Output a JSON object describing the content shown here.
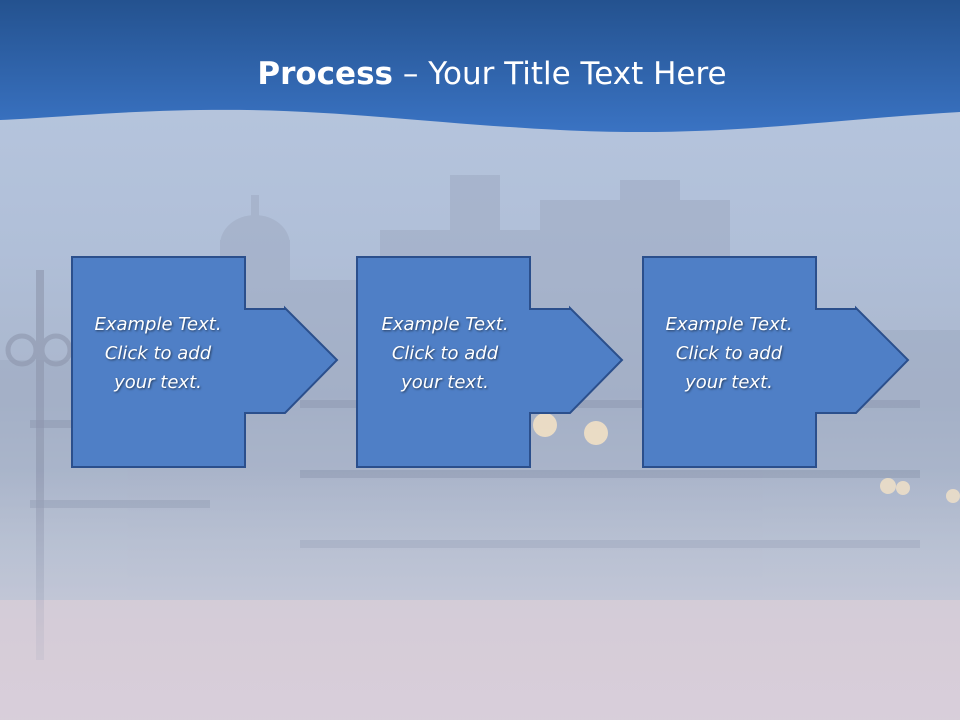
{
  "slide": {
    "title_bold": "Process",
    "title_rest": " – Your Title Text Here"
  },
  "steps": [
    {
      "line1": "Example Text.",
      "line2": "Click  to add",
      "line3": "your text."
    },
    {
      "line1": "Example Text.",
      "line2": "Click  to add",
      "line3": "your text."
    },
    {
      "line1": "Example Text.",
      "line2": "Click  to add",
      "line3": "your text."
    }
  ],
  "colors": {
    "header_blue": "#2f63ae",
    "box_fill": "#4f7fc6",
    "box_stroke": "#2b4f8c"
  }
}
